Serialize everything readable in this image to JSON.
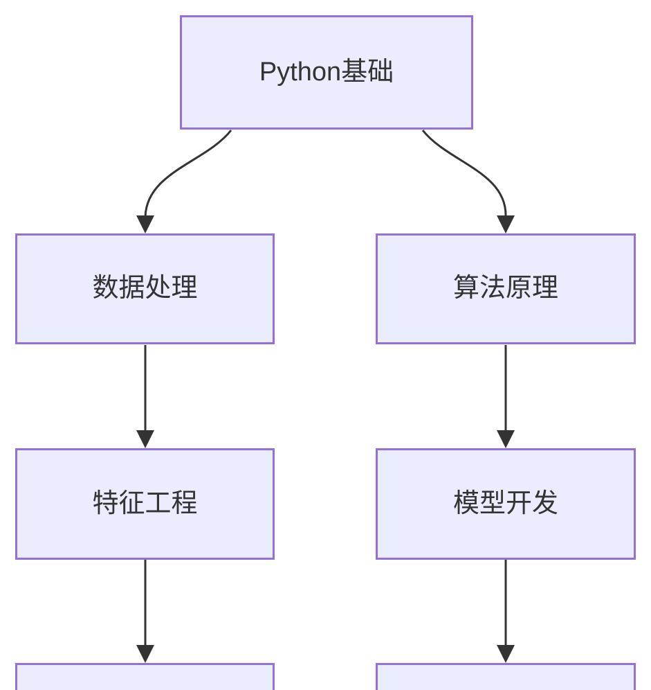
{
  "diagram": {
    "kind": "flowchart",
    "direction": "top-down",
    "colors": {
      "background": "#ffffff",
      "node_fill": "#ECECFF",
      "node_border": "#9370DB",
      "arrow": "#333333",
      "text": "#333333"
    },
    "nodes": [
      {
        "id": "python-basics",
        "label": "Python基础"
      },
      {
        "id": "data-processing",
        "label": "数据处理"
      },
      {
        "id": "algorithm-principles",
        "label": "算法原理"
      },
      {
        "id": "feature-engineering",
        "label": "特征工程"
      },
      {
        "id": "model-development",
        "label": "模型开发"
      },
      {
        "id": "bottom-left-partial",
        "label": ""
      },
      {
        "id": "bottom-right-partial",
        "label": ""
      }
    ],
    "edges": [
      {
        "from": "python-basics",
        "to": "data-processing"
      },
      {
        "from": "python-basics",
        "to": "algorithm-principles"
      },
      {
        "from": "data-processing",
        "to": "feature-engineering"
      },
      {
        "from": "algorithm-principles",
        "to": "model-development"
      },
      {
        "from": "feature-engineering",
        "to": "bottom-left-partial"
      },
      {
        "from": "model-development",
        "to": "bottom-right-partial"
      }
    ]
  }
}
